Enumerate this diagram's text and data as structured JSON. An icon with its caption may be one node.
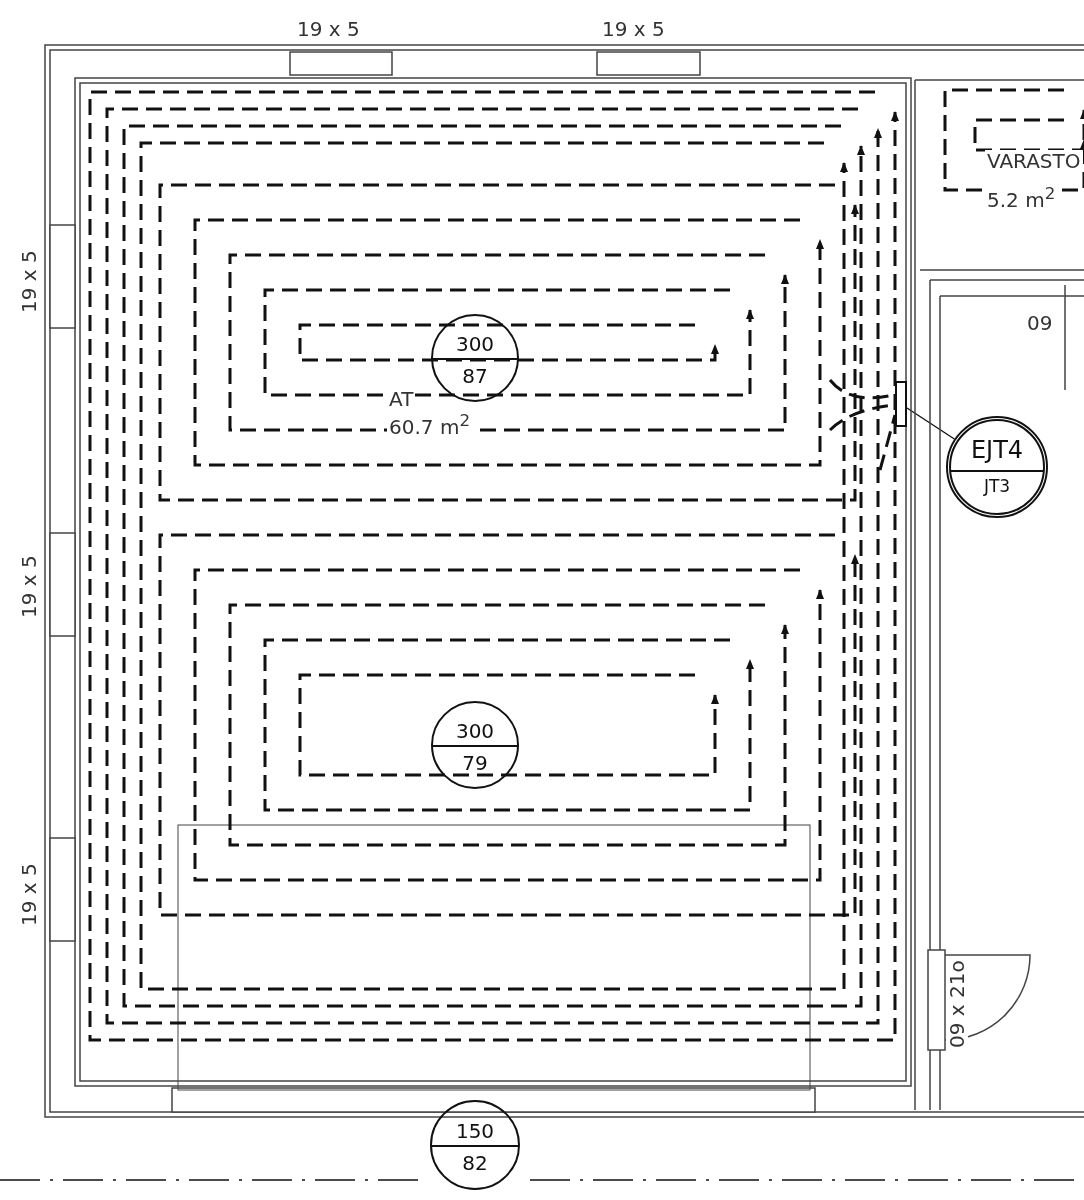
{
  "diagram": {
    "nodes": [
      {
        "text": [
          "300",
          "87"
        ]
      },
      {
        "text": [
          "300",
          "79"
        ]
      },
      {
        "text": [
          "150",
          "82"
        ]
      },
      {
        "text": [
          "EJT4",
          "JT3"
        ]
      },
      {
        "text": [],
        "shape": "box"
      }
    ],
    "edges": [
      {
        "from": 3,
        "to": 4,
        "arrow": "none"
      }
    ],
    "labels": [
      "19 x 5",
      "19 x 5",
      "VARASTO",
      "5.2 m$^{2}$",
      "19 x 5",
      "09",
      "AT",
      "60.7 m$^{2}$",
      "19 x 5",
      "19 x 5",
      "09 x 21o"
    ]
  }
}
